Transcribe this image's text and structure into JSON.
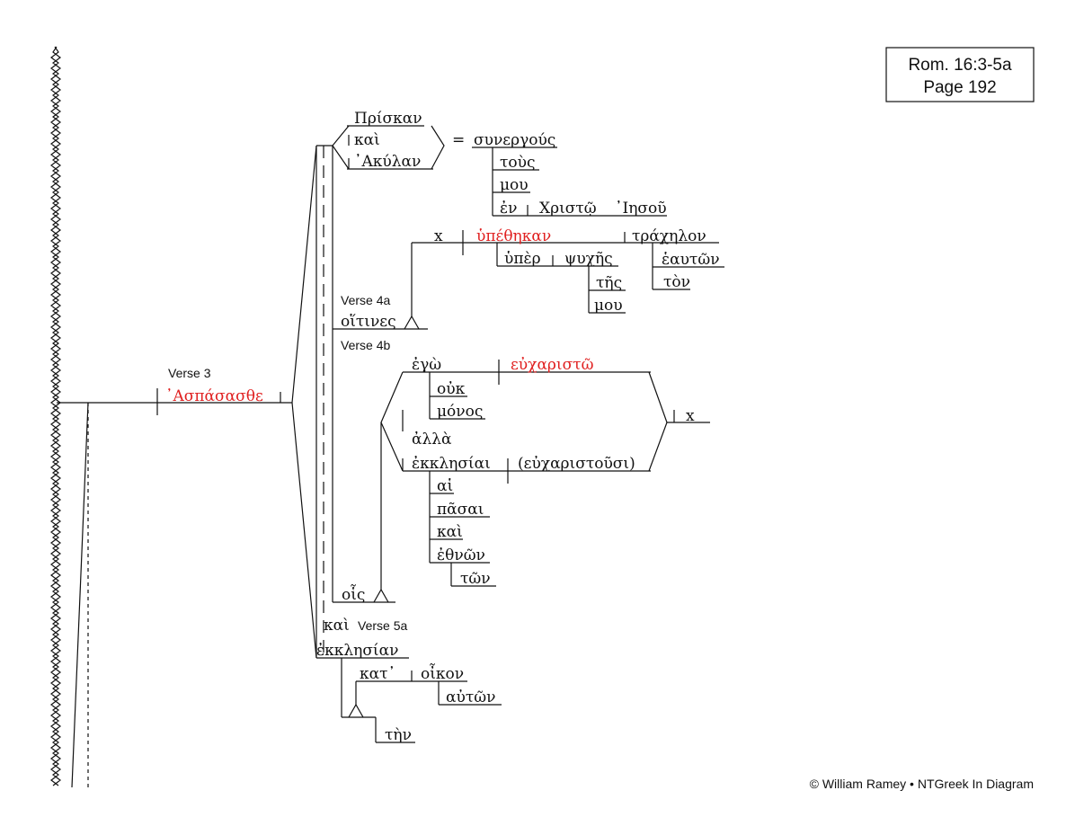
{
  "reference": {
    "line1": "Rom. 16:3-5a",
    "line2": "Page 192"
  },
  "copyright": "© William Ramey • NTGreek In Diagram",
  "verse_labels": {
    "v3": "Verse 3",
    "v4a": "Verse 4a",
    "v4b": "Verse 4b",
    "v5a": "Verse 5a"
  },
  "colors": {
    "verb": "#e02020",
    "text": "#111111"
  },
  "words": {
    "aspasasthe": "᾿Ασπάσασθε",
    "priskan": "Πρίσκαν",
    "kai1": "καὶ",
    "akulan": "᾿Ακύλαν",
    "equals": "=",
    "synergous": "συνεργούς",
    "tous": "τοὺς",
    "mou1": "μου",
    "en": "ἐν",
    "christo": "Χριστῷ",
    "iesou": "᾿Ιησοῦ",
    "x1": "x",
    "hupethekan": "ὑπέθηκαν",
    "trachelon": "τράχηλον",
    "huper": "ὑπὲρ",
    "psuches": "ψυχῆς",
    "tes": "τῆς",
    "mou2": "μου",
    "heauton": "ἑαυτῶν",
    "ton1": "τὸν",
    "hoitines": "οἵτινες",
    "ego": "ἐγὼ",
    "eucharisto": "εὐχαριστῶ",
    "ouk": "οὐκ",
    "monos": "μόνος",
    "x2": "x",
    "alla": "ἀλλὰ",
    "ekklesiai": "ἐκκλησίαι",
    "eucharistousi": "(εὐχαριστοῦσι)",
    "hai": "αἱ",
    "pasai": "πᾶσαι",
    "kai2": "καὶ",
    "ethnon": "ἐθνῶν",
    "ton2": "τῶν",
    "hois": "οἷς",
    "kai3": "καὶ",
    "ekklesian": "ἐκκλησίαν",
    "kat": "κατ᾿",
    "oikon": "οἶκον",
    "auton": "αὐτῶν",
    "ten": "τὴν"
  }
}
